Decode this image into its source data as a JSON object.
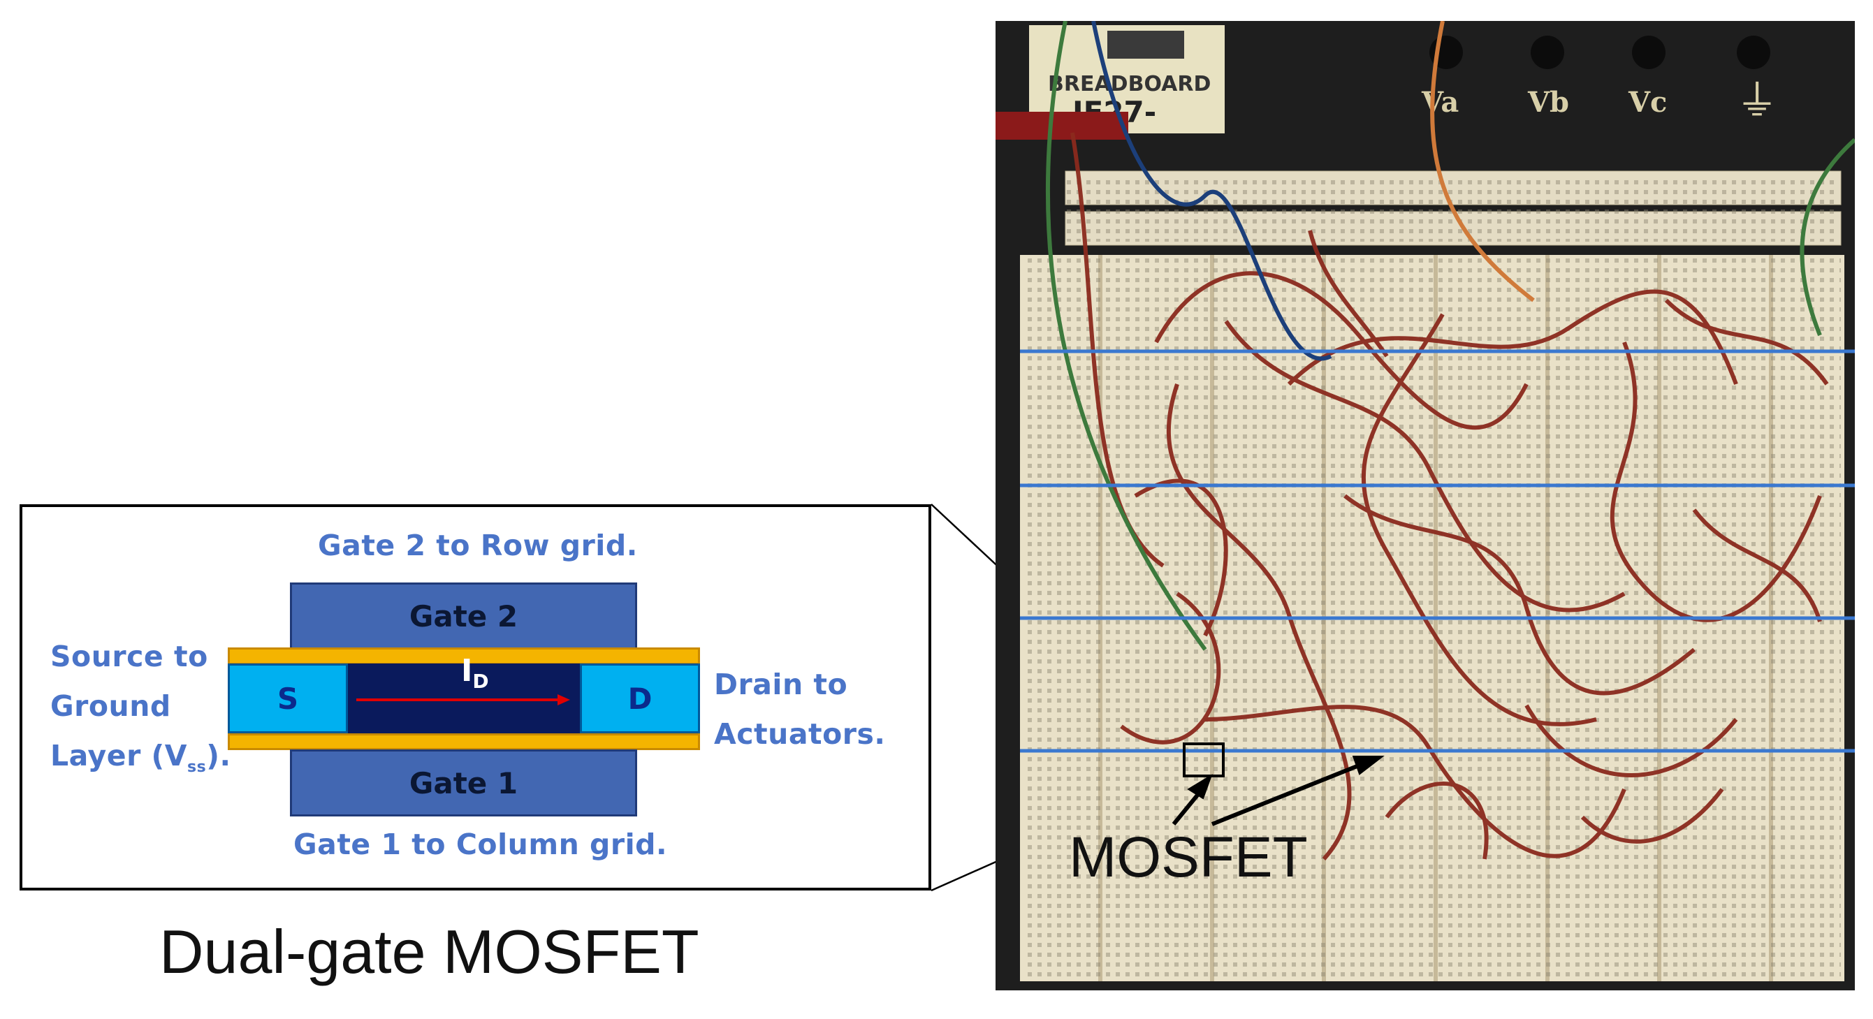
{
  "inset": {
    "gate2_caption": "Gate 2 to Row grid.",
    "gate1_caption": "Gate 1 to Column grid.",
    "source_caption_lines": [
      "Source to",
      "Ground",
      "Layer (V"
    ],
    "source_subscript": "ss",
    "source_suffix": ").",
    "drain_caption_lines": [
      "Drain to",
      "Actuators."
    ],
    "gate2_label": "Gate 2",
    "gate1_label": "Gate 1",
    "source_label": "S",
    "drain_label": "D",
    "current_label": "I",
    "current_subscript": "D"
  },
  "title": "Dual-gate MOSFET",
  "photo": {
    "board_label_line1": "BREADBOARD",
    "board_label_line2": "IE27-",
    "terminal_labels": [
      "Va",
      "Vb",
      "Vc"
    ],
    "ground_symbol": "⏚",
    "mosfet_callout": "MOSFET"
  },
  "colors": {
    "label_blue": "#4a74c8",
    "gate_blue": "#4267b2",
    "oxide_yellow": "#f4b400",
    "sd_cyan": "#00b0f0",
    "channel_navy": "#0a1a5c",
    "current_arrow": "#e00000",
    "grid_line_blue": "#3a78d0",
    "wire_red": "#8b2a1e"
  }
}
